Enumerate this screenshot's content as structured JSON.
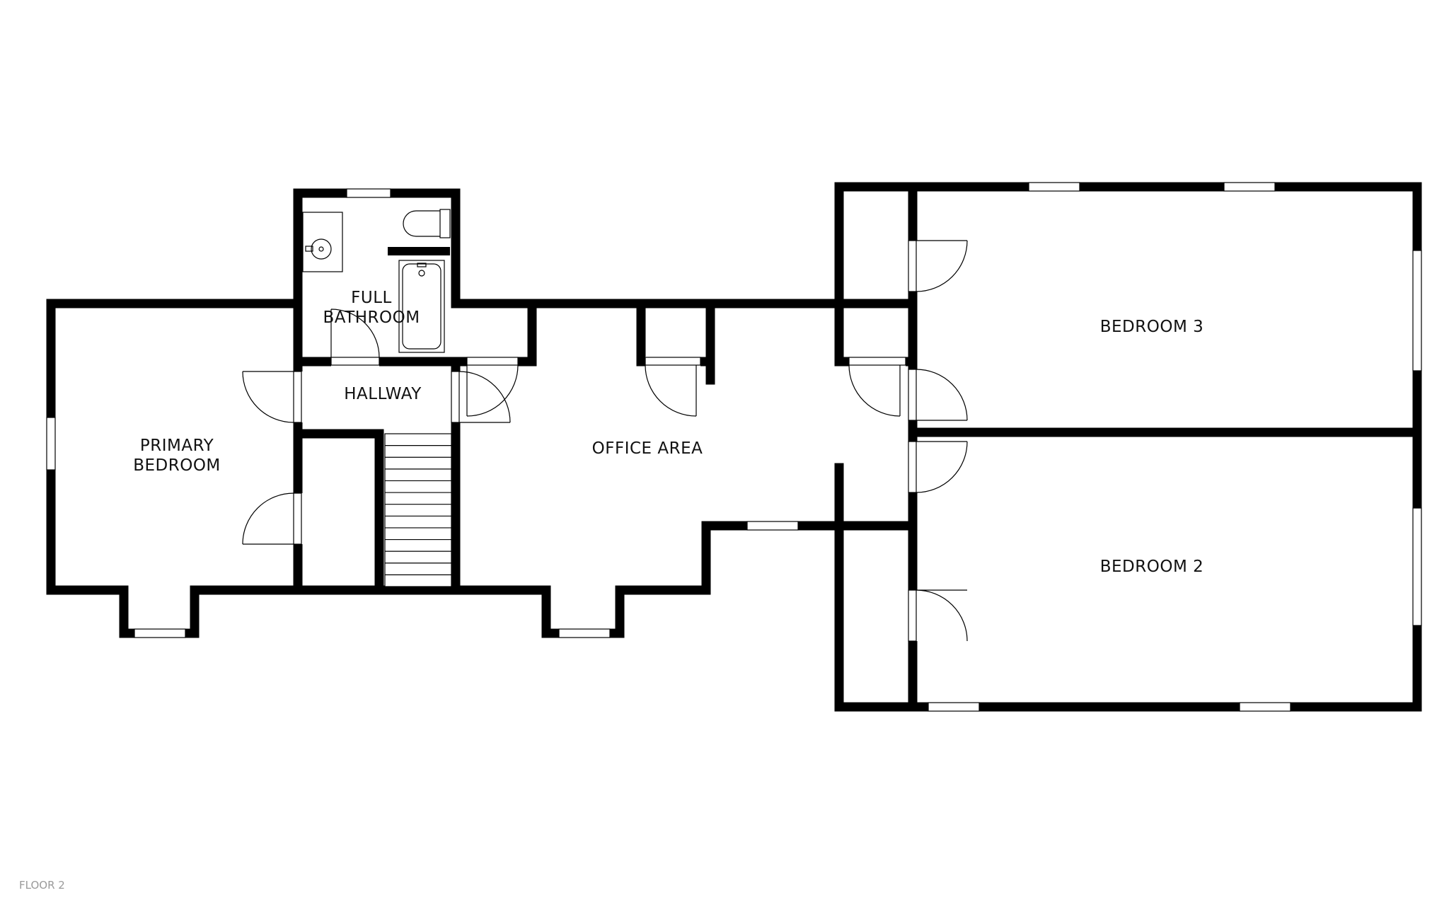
{
  "floor_label": "FLOOR 2",
  "rooms": {
    "full_bathroom": {
      "line1": "FULL",
      "line2": "BATHROOM"
    },
    "hallway": {
      "label": "HALLWAY"
    },
    "primary_bedroom": {
      "line1": "PRIMARY",
      "line2": "BEDROOM"
    },
    "office_area": {
      "label": "OFFICE AREA"
    },
    "bedroom_3": {
      "label": "BEDROOM 3"
    },
    "bedroom_2": {
      "label": "BEDROOM 2"
    }
  },
  "colors": {
    "wall": "#000000",
    "background": "#ffffff",
    "label": "#111111",
    "floor_label": "#9a9a9a"
  }
}
